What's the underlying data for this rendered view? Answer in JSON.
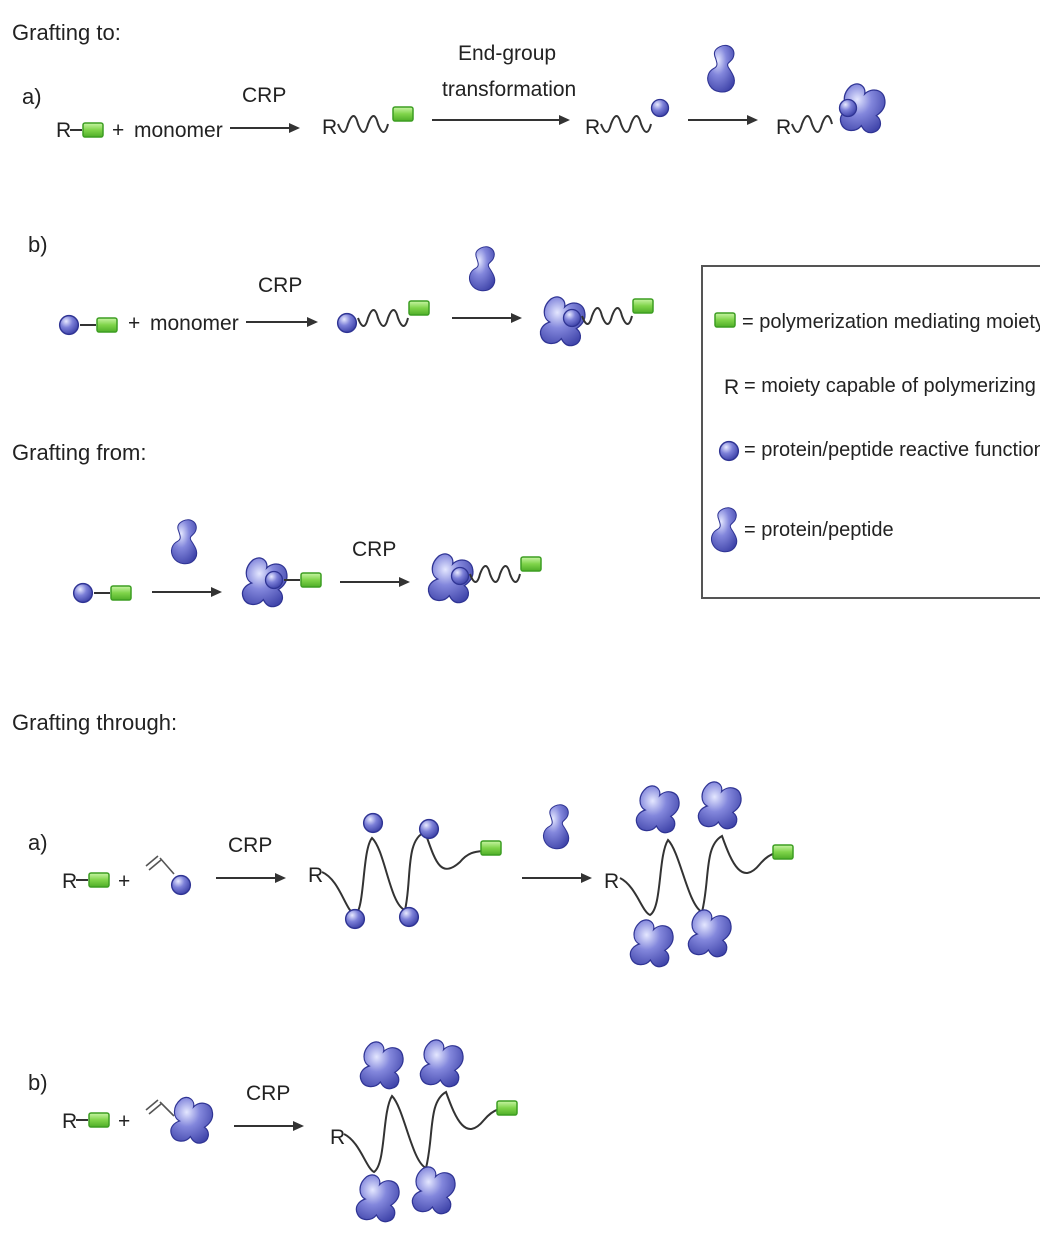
{
  "sections": {
    "grafting_to": "Grafting to:",
    "grafting_from": "Grafting from:",
    "grafting_through": "Grafting through:"
  },
  "labels": {
    "a": "a)",
    "b": "b)",
    "r": "R",
    "plus": "+",
    "dash": "–",
    "monomer": "monomer",
    "crp": "CRP",
    "end_group_line1": "End-group",
    "end_group_line2": "transformation"
  },
  "legend": {
    "pmm": "= polymerization mediating moiety",
    "r_symbol": "R",
    "r_desc": "= moiety capable of polymerizing monomer",
    "reactive": "= protein/peptide reactive functional group",
    "protein": "= protein/peptide"
  },
  "colors": {
    "protein": "#4b4fb5",
    "protein_light": "#d8dbf7",
    "pmm_fill": "#7fcf4a",
    "pmm_border": "#3d9e22",
    "line": "#333333"
  },
  "icons": [
    "green-square-icon",
    "blue-sphere-icon",
    "protein-blob-icon",
    "vinyl-icon"
  ]
}
